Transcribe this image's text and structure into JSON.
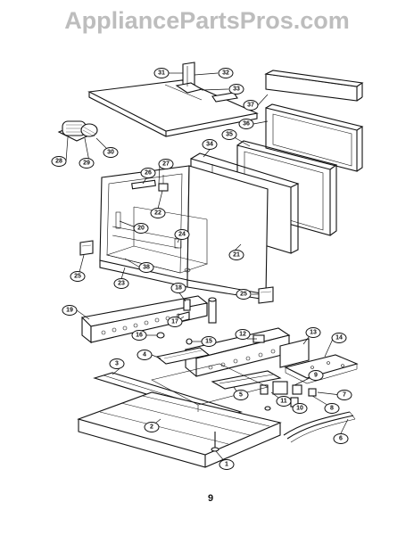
{
  "watermark": "AppliancePartsPros.com",
  "page_number": "9",
  "callouts": [
    {
      "id": "c1",
      "label": "1"
    },
    {
      "id": "c2",
      "label": "2"
    },
    {
      "id": "c3",
      "label": "3"
    },
    {
      "id": "c4",
      "label": "4"
    },
    {
      "id": "c5",
      "label": "5"
    },
    {
      "id": "c6",
      "label": "6"
    },
    {
      "id": "c7",
      "label": "7"
    },
    {
      "id": "c8",
      "label": "8"
    },
    {
      "id": "c9",
      "label": "9"
    },
    {
      "id": "c10",
      "label": "10"
    },
    {
      "id": "c11",
      "label": "11"
    },
    {
      "id": "c12",
      "label": "12"
    },
    {
      "id": "c13",
      "label": "13"
    },
    {
      "id": "c14",
      "label": "14"
    },
    {
      "id": "c15",
      "label": "15"
    },
    {
      "id": "c16",
      "label": "16"
    },
    {
      "id": "c17",
      "label": "17"
    },
    {
      "id": "c18",
      "label": "18"
    },
    {
      "id": "c19",
      "label": "19"
    },
    {
      "id": "c20",
      "label": "20"
    },
    {
      "id": "c21",
      "label": "21"
    },
    {
      "id": "c22",
      "label": "22"
    },
    {
      "id": "c23",
      "label": "23"
    },
    {
      "id": "c24",
      "label": "24"
    },
    {
      "id": "c25a",
      "label": "25"
    },
    {
      "id": "c25b",
      "label": "25"
    },
    {
      "id": "c26",
      "label": "26"
    },
    {
      "id": "c27",
      "label": "27"
    },
    {
      "id": "c28",
      "label": "28"
    },
    {
      "id": "c29",
      "label": "29"
    },
    {
      "id": "c30",
      "label": "30"
    },
    {
      "id": "c31",
      "label": "31"
    },
    {
      "id": "c32",
      "label": "32"
    },
    {
      "id": "c33",
      "label": "33"
    },
    {
      "id": "c34",
      "label": "34"
    },
    {
      "id": "c35",
      "label": "35"
    },
    {
      "id": "c36",
      "label": "36"
    },
    {
      "id": "c37",
      "label": "37"
    },
    {
      "id": "c38",
      "label": "38"
    }
  ]
}
